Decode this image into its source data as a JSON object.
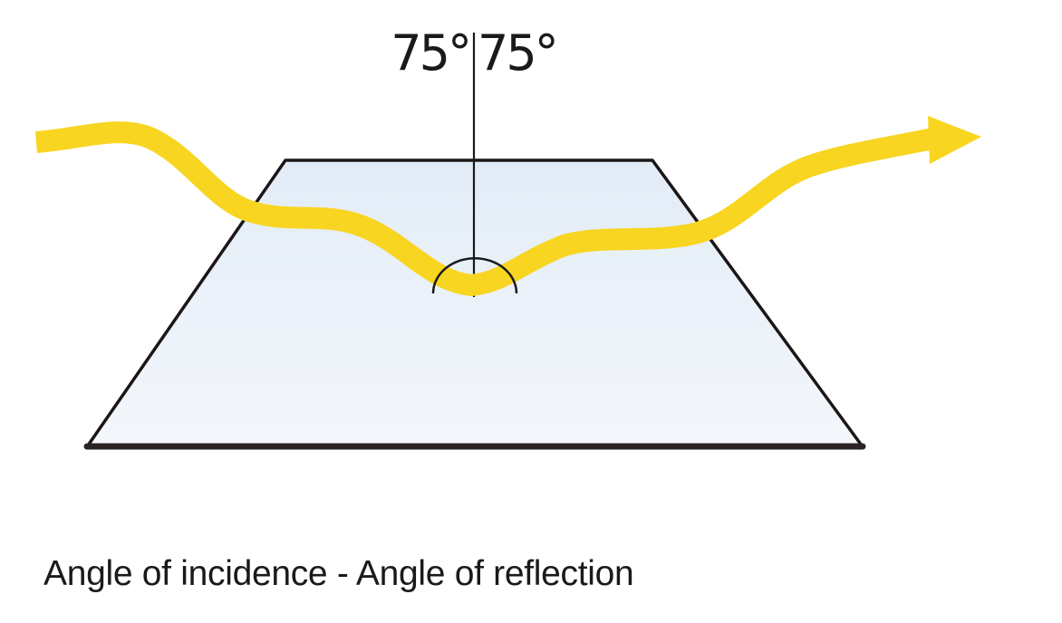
{
  "diagram": {
    "angle_incidence_label": "75°",
    "angle_reflection_label": "75°",
    "caption": "Angle of incidence - Angle of reflection"
  },
  "colors": {
    "ray": "#f8d521",
    "surface_fill": "#eaf1f8",
    "outline": "#1c1616"
  },
  "icons": {
    "ray_head": "arrowhead-icon"
  }
}
